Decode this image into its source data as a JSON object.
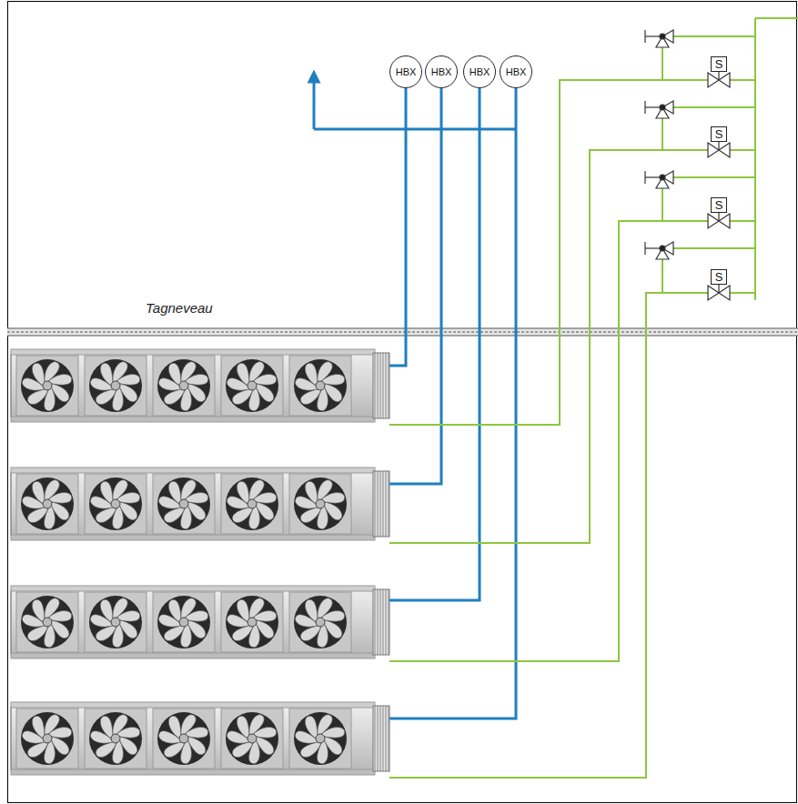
{
  "diagram": {
    "nodes": [
      {
        "text": [
          "HBX"
        ]
      },
      {
        "text": [
          "HBX"
        ]
      },
      {
        "text": [
          "HBX"
        ]
      },
      {
        "text": [
          "HBX"
        ]
      },
      {
        "text": [
          "S"
        ]
      },
      {
        "text": [
          "S"
        ]
      },
      {
        "text": [
          "S"
        ]
      },
      {
        "text": [
          "S"
        ]
      }
    ],
    "labels": [
      "Tagneveau"
    ]
  }
}
